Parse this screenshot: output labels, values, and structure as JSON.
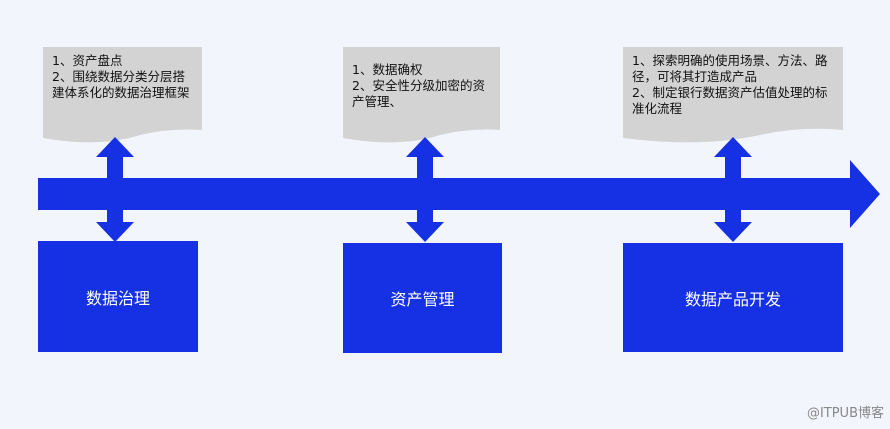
{
  "stages": [
    {
      "title": "数据治理",
      "note": "1、资产盘点\n2、围绕数据分类分层搭建体系化的数据治理框架"
    },
    {
      "title": "资产管理",
      "note": "1、数据确权\n2、安全性分级加密的资产管理、"
    },
    {
      "title": "数据产品开发",
      "note": "1、探索明确的使用场景、方法、路径，可将其打造成产品\n2、制定银行数据资产估值处理的标准化流程"
    }
  ],
  "watermark": "@ITPUB博客",
  "colors": {
    "blue": "#1631e3",
    "note": "#d3d3d3",
    "background": "#f3f5fd"
  }
}
